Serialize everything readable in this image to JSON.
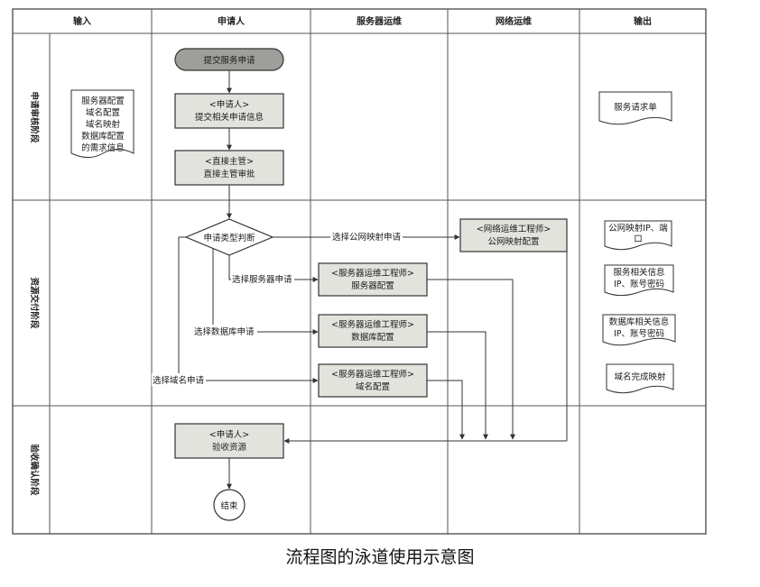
{
  "columns": {
    "input": "输入",
    "applicant": "申请人",
    "server_ops": "服务器运维",
    "network_ops": "网络运维",
    "output": "输出"
  },
  "phases": {
    "review": "申请审核阶段",
    "delivery": "资源交付阶段",
    "acceptance": "验收确认阶段"
  },
  "start": "提交服务申请",
  "nodes": {
    "submit": {
      "role": "<申请人>",
      "text": "提交相关申请信息"
    },
    "approve": {
      "role": "<直接主管>",
      "text": "直接主管审批"
    },
    "decision": "申请类型判断",
    "net_map": {
      "role": "<网络运维工程师>",
      "text": "公网映射配置"
    },
    "srv_cfg": {
      "role": "<服务器运维工程师>",
      "text": "服务器配置"
    },
    "db_cfg": {
      "role": "<服务器运维工程师>",
      "text": "数据库配置"
    },
    "dns_cfg": {
      "role": "<服务器运维工程师>",
      "text": "域名配置"
    },
    "accept": {
      "role": "<申请人>",
      "text": "验收资源"
    },
    "end": "结束"
  },
  "branches": {
    "public": "选择公网映射申请",
    "server": "选择服务器申请",
    "database": "选择数据库申请",
    "domain": "选择域名申请"
  },
  "input_doc": [
    "服务器配置",
    "域名配置",
    "域名映射",
    "数据库配置",
    "的需求信息"
  ],
  "outputs": {
    "request": "服务请求单",
    "public_ip": [
      "公网映射IP、端",
      "口"
    ],
    "server_info": [
      "服务相关信息",
      "IP、账号密码"
    ],
    "db_info": [
      "数据库相关信息",
      "IP、账号密码"
    ],
    "dns_done": "域名完成映射"
  },
  "caption": "流程图的泳道使用示意图"
}
